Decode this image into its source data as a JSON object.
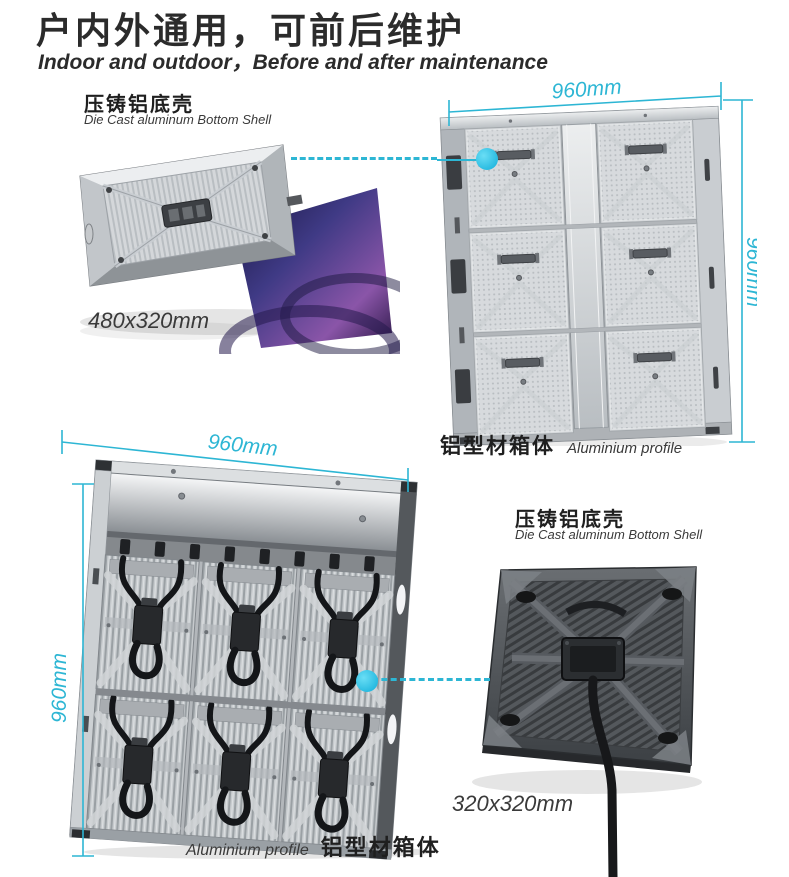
{
  "page": {
    "title_zh": "户内外通用，可前后维护",
    "title_en": "Indoor and outdoor，Before and after maintenance"
  },
  "top_left": {
    "label_zh": "压铸铝底壳",
    "label_en": "Die Cast aluminum Bottom Shell",
    "size": "480x320mm"
  },
  "top_right": {
    "dim_width": "960mm",
    "dim_height": "960mm",
    "caption_zh": "铝型材箱体",
    "caption_en": "Aluminium profile"
  },
  "bottom_left": {
    "dim_width": "960mm",
    "dim_height": "960mm",
    "caption_en": "Aluminium profile",
    "caption_zh": "铝型材箱体"
  },
  "bottom_right": {
    "label_zh": "压铸铝底壳",
    "label_en": "Die Cast aluminum Bottom Shell",
    "size": "320x320mm"
  },
  "colors": {
    "accent_cyan": "#2db6d4",
    "dot_cyan": "#14b7e0",
    "text_dark": "#2b2b2b"
  }
}
